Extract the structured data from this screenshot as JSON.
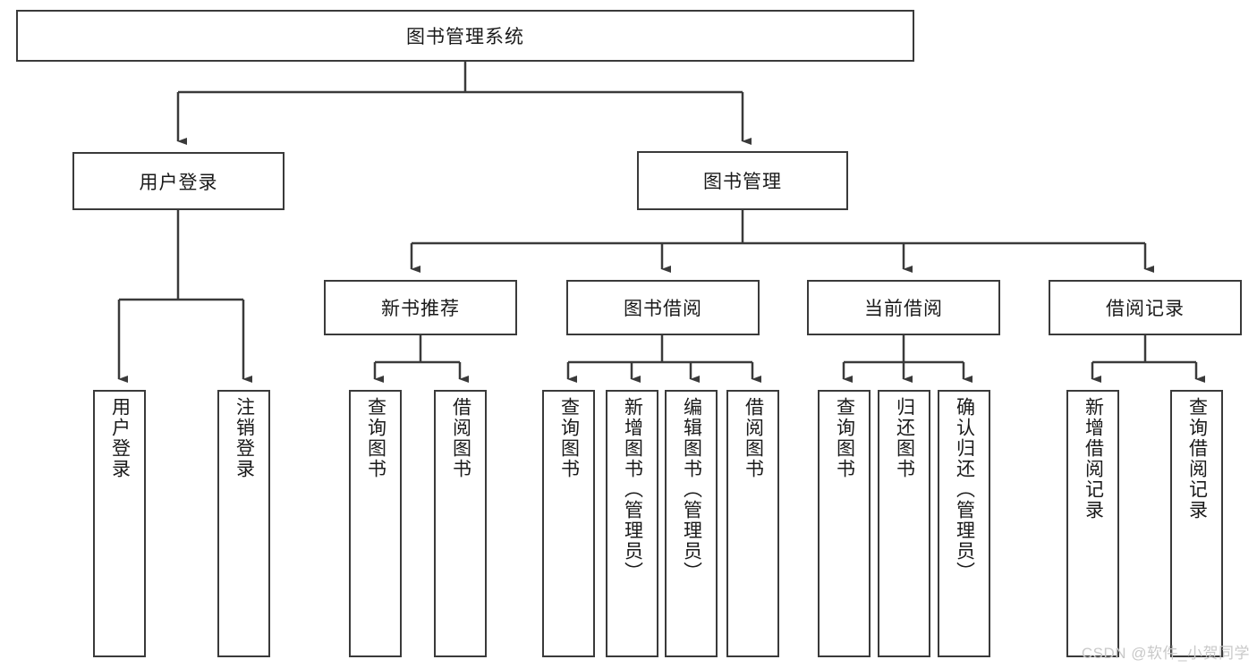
{
  "diagram": {
    "title_node": {
      "label": "图书管理系统"
    },
    "level2": [
      {
        "label": "用户登录"
      },
      {
        "label": "图书管理"
      }
    ],
    "level3": [
      {
        "label": "新书推荐"
      },
      {
        "label": "图书借阅"
      },
      {
        "label": "当前借阅"
      },
      {
        "label": "借阅记录"
      }
    ],
    "leaves": {
      "user_login": [
        {
          "label": "用户登录"
        },
        {
          "label": "注销登录"
        }
      ],
      "new_book_recommend": [
        {
          "label": "查询图书"
        },
        {
          "label": "借阅图书"
        }
      ],
      "book_borrow": [
        {
          "label": "查询图书"
        },
        {
          "label": "新增图书（管理员）"
        },
        {
          "label": "编辑图书（管理员）"
        },
        {
          "label": "借阅图书"
        }
      ],
      "current_borrow": [
        {
          "label": "查询图书"
        },
        {
          "label": "归还图书"
        },
        {
          "label": "确认归还（管理员）"
        }
      ],
      "borrow_record": [
        {
          "label": "新增借阅记录"
        },
        {
          "label": "查询借阅记录"
        }
      ]
    }
  },
  "watermark": {
    "text": "CSDN @软件_小贺同学"
  },
  "colors": {
    "stroke": "#3a3a3a",
    "background": "#ffffff",
    "text": "#1a1a1a",
    "watermark": "#c9c9c9"
  }
}
